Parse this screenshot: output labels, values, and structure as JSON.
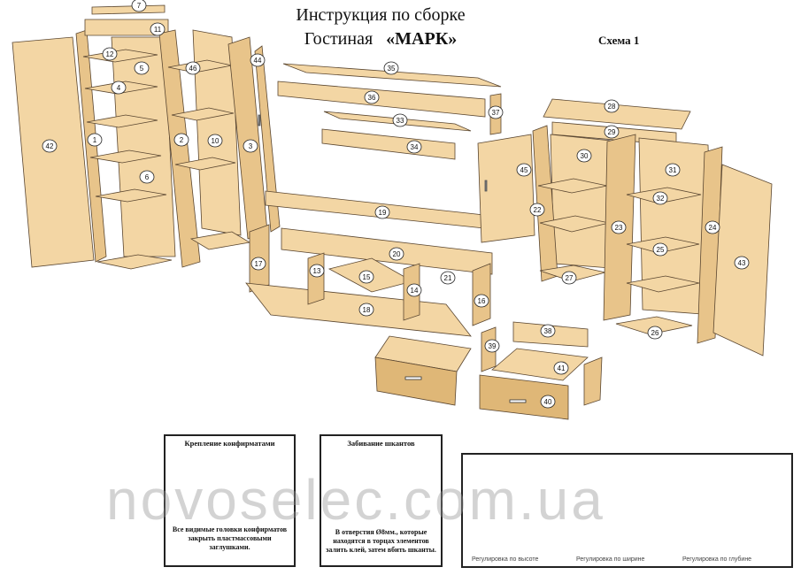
{
  "header": {
    "title_line1": "Инструкция по сборке",
    "title_line2_prefix": "Гостиная",
    "title_line2_name": "«МАРК»",
    "scheme": "Схема 1"
  },
  "colors": {
    "wood": "#f3d6a4",
    "wood_dark": "#dfb777",
    "wood_side": "#e8c48a",
    "outline": "#5a4630"
  },
  "part_numbers": [
    "1",
    "2",
    "3",
    "4",
    "5",
    "6",
    "7",
    "10",
    "11",
    "12",
    "13",
    "14",
    "15",
    "16",
    "17",
    "18",
    "19",
    "20",
    "21",
    "22",
    "23",
    "24",
    "25",
    "26",
    "27",
    "28",
    "29",
    "30",
    "31",
    "32",
    "33",
    "34",
    "35",
    "36",
    "37",
    "38",
    "39",
    "40",
    "41",
    "42",
    "43",
    "44",
    "45",
    "46"
  ],
  "insets": {
    "confirmat": {
      "title": "Крепление конфирматами",
      "note": "Все видимые головки конфирматов закрыть пластмассовыми заглушками."
    },
    "dowel": {
      "title": "Забивание шкантов",
      "note": "В отверстия Ø8мм., которые находятся в торцах элементов залить клей, затем вбить шканты."
    },
    "hinge": {
      "captions": [
        "Регулировка по высоте",
        "Регулировка по ширине",
        "Регулировка по глубине"
      ]
    }
  },
  "watermark": "novoselec.com.ua"
}
